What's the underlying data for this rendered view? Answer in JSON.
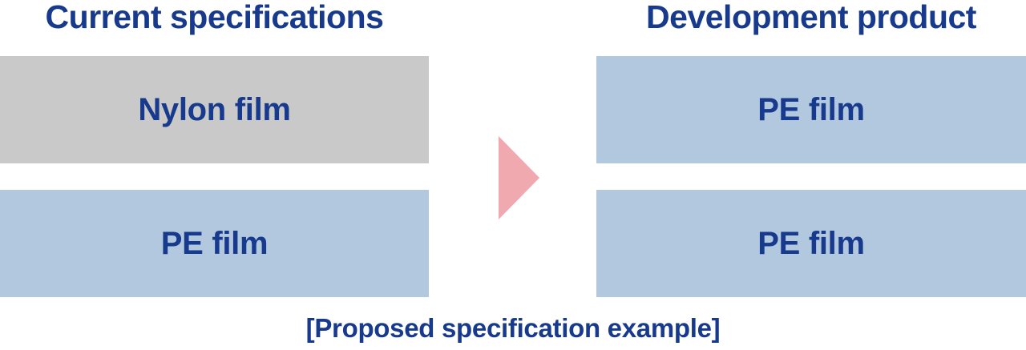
{
  "diagram": {
    "left": {
      "title": "Current specifications",
      "layers": [
        {
          "label": "Nylon film",
          "material": "nylon"
        },
        {
          "label": "PE film",
          "material": "pe"
        }
      ]
    },
    "right": {
      "title": "Development product",
      "layers": [
        {
          "label": "PE film",
          "material": "pe"
        },
        {
          "label": "PE film",
          "material": "pe"
        }
      ]
    },
    "arrow_icon": "right-arrow-triangle",
    "caption": "[Proposed specification example]"
  },
  "colors": {
    "heading_text": "#183a8d",
    "nylon_box": "#c9c9c9",
    "pe_box": "#b2c8de",
    "arrow": "#f0a9ae",
    "background": "#ffffff"
  }
}
